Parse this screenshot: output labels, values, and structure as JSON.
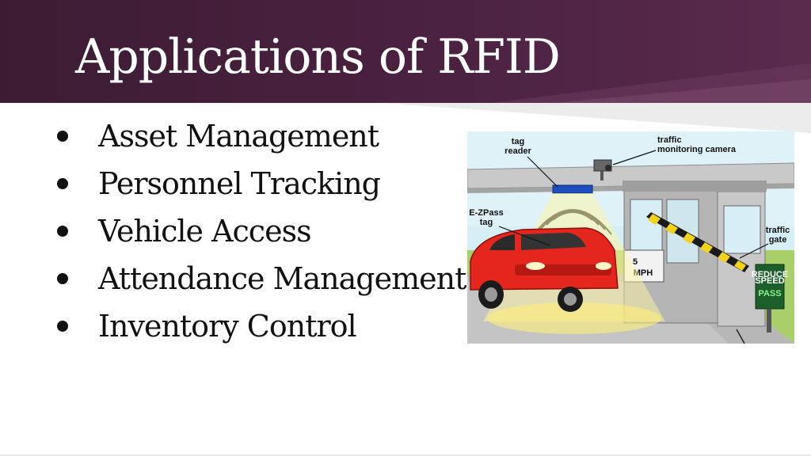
{
  "slide": {
    "title": "Applications of RFID",
    "bullets": [
      "Asset Management",
      "Personnel Tracking",
      "Vehicle Access",
      "Attendance Management",
      "Inventory Control"
    ]
  },
  "illustration": {
    "labels": {
      "tag_reader_1": "tag",
      "tag_reader_2": "reader",
      "camera_1": "traffic",
      "camera_2": "monitoring camera",
      "ezpass_1": "E-ZPass",
      "ezpass_2": "tag",
      "gate_1": "traffic",
      "gate_2": "gate",
      "speed_1": "5",
      "speed_2": "MPH",
      "sign_1": "REDUCE",
      "sign_2": "SPEED",
      "sign_3": "PASS"
    },
    "icons": [
      "toll-booth-icon",
      "car-icon",
      "camera-icon",
      "tag-reader-icon",
      "gate-arm-icon"
    ]
  }
}
